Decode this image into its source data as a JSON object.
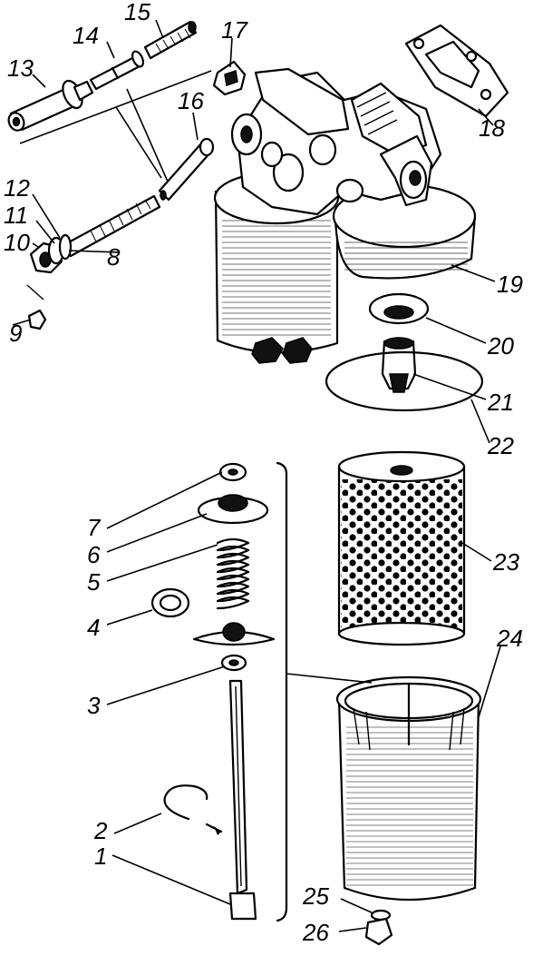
{
  "callouts": {
    "n1": "1",
    "n2": "2",
    "n3": "3",
    "n4": "4",
    "n5": "5",
    "n6": "6",
    "n7": "7",
    "n8": "8",
    "n9": "9",
    "n10": "10",
    "n11": "11",
    "n12": "12",
    "n13": "13",
    "n14": "14",
    "n15": "15",
    "n16": "16",
    "n17": "17",
    "n18": "18",
    "n19": "19",
    "n20": "20",
    "n21": "21",
    "n22": "22",
    "n23": "23",
    "n24": "24",
    "n25": "25",
    "n26": "26"
  }
}
